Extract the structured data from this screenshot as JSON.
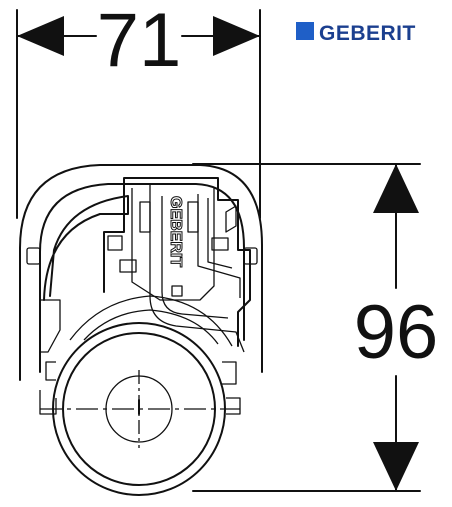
{
  "brand": {
    "name": "GEBERIT",
    "color": "#1b3f8f"
  },
  "dimensions": {
    "width_label": "71",
    "height_label": "96"
  },
  "part": {
    "embossed_label": "GEBERIT"
  },
  "icons": {
    "logo_square": "square-icon",
    "arrows": "arrowhead-icon"
  }
}
